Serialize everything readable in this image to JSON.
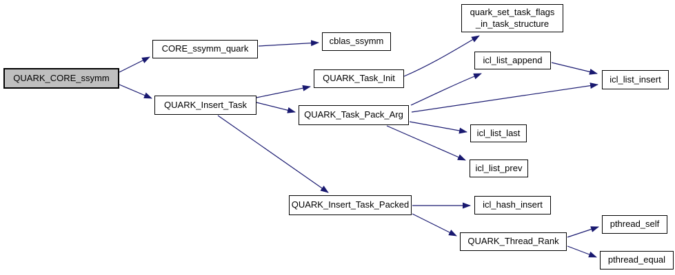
{
  "diagram": {
    "type": "call-graph",
    "edge_color": "#191970",
    "node_border_color": "#000000",
    "node_fill": "#ffffff",
    "highlight_fill": "#bfbfbf",
    "nodes": [
      {
        "id": "QUARK_CORE_ssymm",
        "label": "QUARK_CORE_ssymm",
        "highlighted": true
      },
      {
        "id": "CORE_ssymm_quark",
        "label": "CORE_ssymm_quark",
        "highlighted": false
      },
      {
        "id": "cblas_ssymm",
        "label": "cblas_ssymm",
        "highlighted": false
      },
      {
        "id": "QUARK_Insert_Task",
        "label": "QUARK_Insert_Task",
        "highlighted": false
      },
      {
        "id": "QUARK_Task_Init",
        "label": "QUARK_Task_Init",
        "highlighted": false
      },
      {
        "id": "quark_set_task_flags_in_task_structure",
        "label": "quark_set_task_flags\n_in_task_structure",
        "highlighted": false
      },
      {
        "id": "QUARK_Task_Pack_Arg",
        "label": "QUARK_Task_Pack_Arg",
        "highlighted": false
      },
      {
        "id": "icl_list_append",
        "label": "icl_list_append",
        "highlighted": false
      },
      {
        "id": "icl_list_insert",
        "label": "icl_list_insert",
        "highlighted": false
      },
      {
        "id": "icl_list_last",
        "label": "icl_list_last",
        "highlighted": false
      },
      {
        "id": "icl_list_prev",
        "label": "icl_list_prev",
        "highlighted": false
      },
      {
        "id": "QUARK_Insert_Task_Packed",
        "label": "QUARK_Insert_Task_Packed",
        "highlighted": false
      },
      {
        "id": "icl_hash_insert",
        "label": "icl_hash_insert",
        "highlighted": false
      },
      {
        "id": "QUARK_Thread_Rank",
        "label": "QUARK_Thread_Rank",
        "highlighted": false
      },
      {
        "id": "pthread_self",
        "label": "pthread_self",
        "highlighted": false
      },
      {
        "id": "pthread_equal",
        "label": "pthread_equal",
        "highlighted": false
      }
    ],
    "edges": [
      {
        "from": "QUARK_CORE_ssymm",
        "to": "CORE_ssymm_quark"
      },
      {
        "from": "QUARK_CORE_ssymm",
        "to": "QUARK_Insert_Task"
      },
      {
        "from": "CORE_ssymm_quark",
        "to": "cblas_ssymm"
      },
      {
        "from": "QUARK_Insert_Task",
        "to": "QUARK_Task_Init"
      },
      {
        "from": "QUARK_Insert_Task",
        "to": "QUARK_Task_Pack_Arg"
      },
      {
        "from": "QUARK_Insert_Task",
        "to": "QUARK_Insert_Task_Packed"
      },
      {
        "from": "QUARK_Task_Init",
        "to": "quark_set_task_flags_in_task_structure"
      },
      {
        "from": "QUARK_Task_Pack_Arg",
        "to": "icl_list_append"
      },
      {
        "from": "QUARK_Task_Pack_Arg",
        "to": "icl_list_insert"
      },
      {
        "from": "icl_list_append",
        "to": "icl_list_insert"
      },
      {
        "from": "QUARK_Task_Pack_Arg",
        "to": "icl_list_last"
      },
      {
        "from": "QUARK_Task_Pack_Arg",
        "to": "icl_list_prev"
      },
      {
        "from": "QUARK_Insert_Task_Packed",
        "to": "icl_hash_insert"
      },
      {
        "from": "QUARK_Insert_Task_Packed",
        "to": "QUARK_Thread_Rank"
      },
      {
        "from": "QUARK_Thread_Rank",
        "to": "pthread_self"
      },
      {
        "from": "QUARK_Thread_Rank",
        "to": "pthread_equal"
      }
    ]
  }
}
